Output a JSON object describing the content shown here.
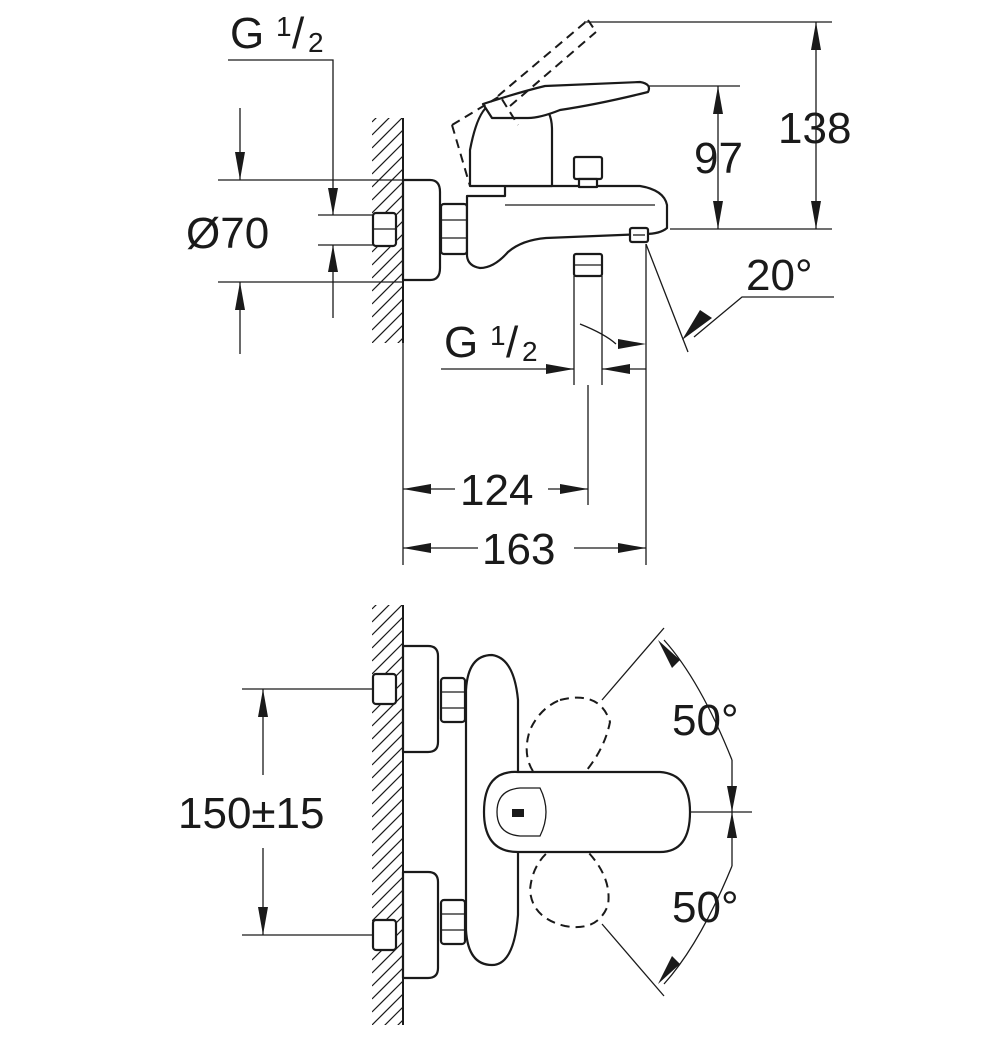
{
  "dimensions": {
    "g_top": {
      "main": "G",
      "sup": "1",
      "slash": "/",
      "sub": "2"
    },
    "diameter": "Ø70",
    "height_97": "97",
    "height_138": "138",
    "angle_20": "20°",
    "g_outlet": {
      "main": "G",
      "sup": "1",
      "slash": "/",
      "sub": "2"
    },
    "length_124": "124",
    "length_163": "163",
    "centers": "150±15",
    "angle_up": "50°",
    "angle_down": "50°"
  }
}
